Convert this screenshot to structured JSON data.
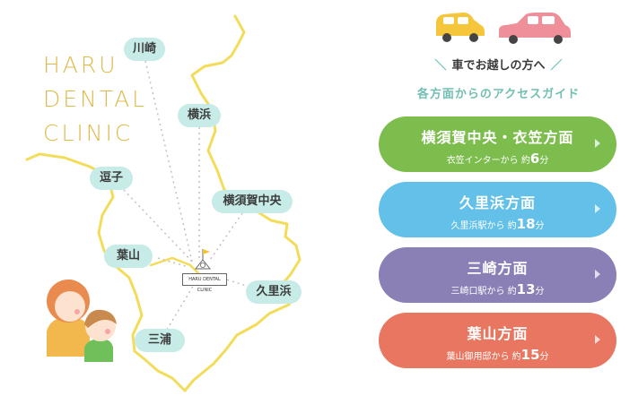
{
  "map": {
    "clinic_name": "HARU\nDENTAL\nCLINIC",
    "clinic_building_label": "HARU DENTAL CLINIC",
    "places": {
      "kawasaki": "川崎",
      "yokohama": "横浜",
      "zushi": "逗子",
      "yokosuka_chuo": "横須賀中央",
      "hayama": "葉山",
      "kurihama": "久里浜",
      "miura": "三浦"
    }
  },
  "access": {
    "heading": "車でお越しの方へ",
    "subheading": "各方面からのアクセスガイド",
    "routes": [
      {
        "title": "横須賀中央・衣笠方面",
        "from": "衣笠インターから 約",
        "minutes": "6",
        "unit": "分",
        "color": "#7dbd4e"
      },
      {
        "title": "久里浜方面",
        "from": "久里浜駅から 約",
        "minutes": "18",
        "unit": "分",
        "color": "#63c0e8"
      },
      {
        "title": "三崎方面",
        "from": "三崎口駅から 約",
        "minutes": "13",
        "unit": "分",
        "color": "#8a80b5"
      },
      {
        "title": "葉山方面",
        "from": "葉山御用邸から 約",
        "minutes": "15",
        "unit": "分",
        "color": "#e87660"
      }
    ]
  },
  "colors": {
    "coast": "#f3dc5a",
    "yellow_car": "#f5c53a",
    "pink_car": "#ee8f9a",
    "pill": "#c7ece8"
  },
  "icons": [
    "yellow-car-icon",
    "pink-car-icon",
    "clinic-building-icon",
    "flag-icon",
    "clock-icon",
    "chevron-right-icon"
  ]
}
